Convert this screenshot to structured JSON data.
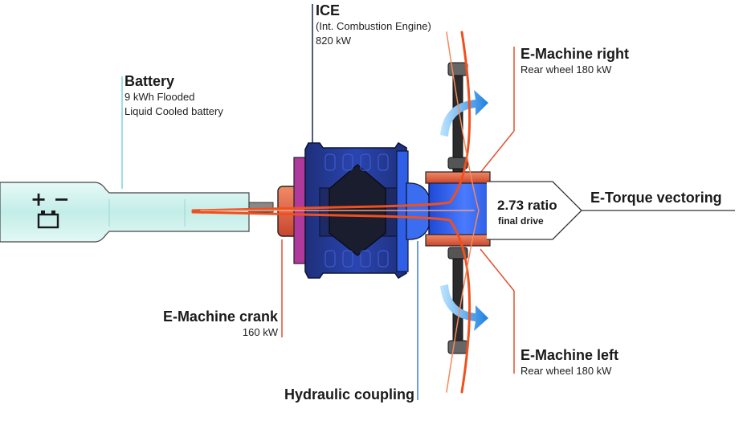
{
  "battery": {
    "title": "Battery",
    "line1": "9 kWh Flooded",
    "line2": "Liquid Cooled battery",
    "plus_minus": "+ −"
  },
  "ice": {
    "title": "ICE",
    "line1": "(Int. Combustion Engine)",
    "line2": "820 kW"
  },
  "emachine_right": {
    "title": "E-Machine right",
    "line1": "Rear wheel 180 kW"
  },
  "emachine_left": {
    "title": "E-Machine left",
    "line1": "Rear wheel 180 kW"
  },
  "emachine_crank": {
    "title": "E-Machine crank",
    "line1": "160 kW"
  },
  "hydraulic": {
    "title": "Hydraulic coupling"
  },
  "ratio": {
    "value": "2.73 ratio",
    "label": "final drive"
  },
  "torque": {
    "title": "E-Torque vectoring"
  },
  "colors": {
    "battery_fill": "#c9f0ec",
    "engine_blue": "#233a9e",
    "engine_dark": "#1b2355",
    "axle_blue": "#2f5fe6",
    "emachine_red": "#d9503a",
    "flow_red": "#f0501e",
    "arrow_blue": "#2a8ee8",
    "battery_line": "#7ad6e6",
    "hydraulic_line": "#3b7be0"
  }
}
